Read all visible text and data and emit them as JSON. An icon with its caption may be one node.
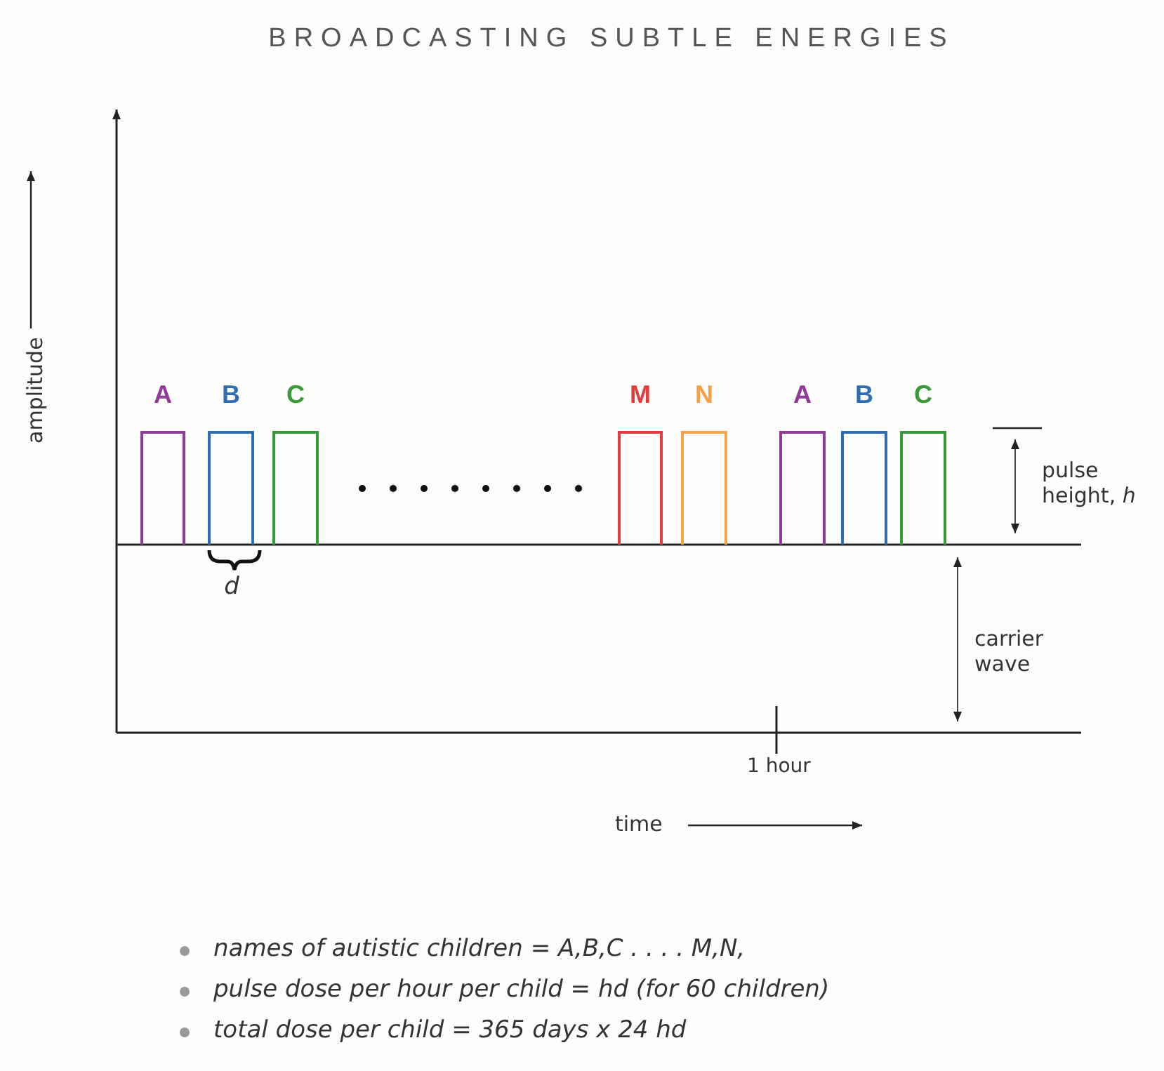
{
  "diagram": {
    "title": "BROADCASTING SUBTLE ENERGIES",
    "nodes": [
      {
        "text": [
          "A"
        ]
      },
      {
        "text": [
          "B"
        ]
      },
      {
        "text": [
          "C"
        ]
      },
      {
        "text": [
          "M"
        ]
      },
      {
        "text": [
          "N"
        ]
      },
      {
        "text": [
          "A"
        ]
      },
      {
        "text": [
          "B"
        ]
      },
      {
        "text": [
          "C"
        ]
      }
    ],
    "labels": [
      "amplitude",
      "d",
      "pulse height, *h*",
      "carrier wave",
      "1 hour",
      "time",
      "names of autistic children = A,B,C . . . . M,N,",
      "pulse dose per hour per child = hd (for 60 children)",
      "total dose per child = 365 days x 24 hd"
    ]
  }
}
